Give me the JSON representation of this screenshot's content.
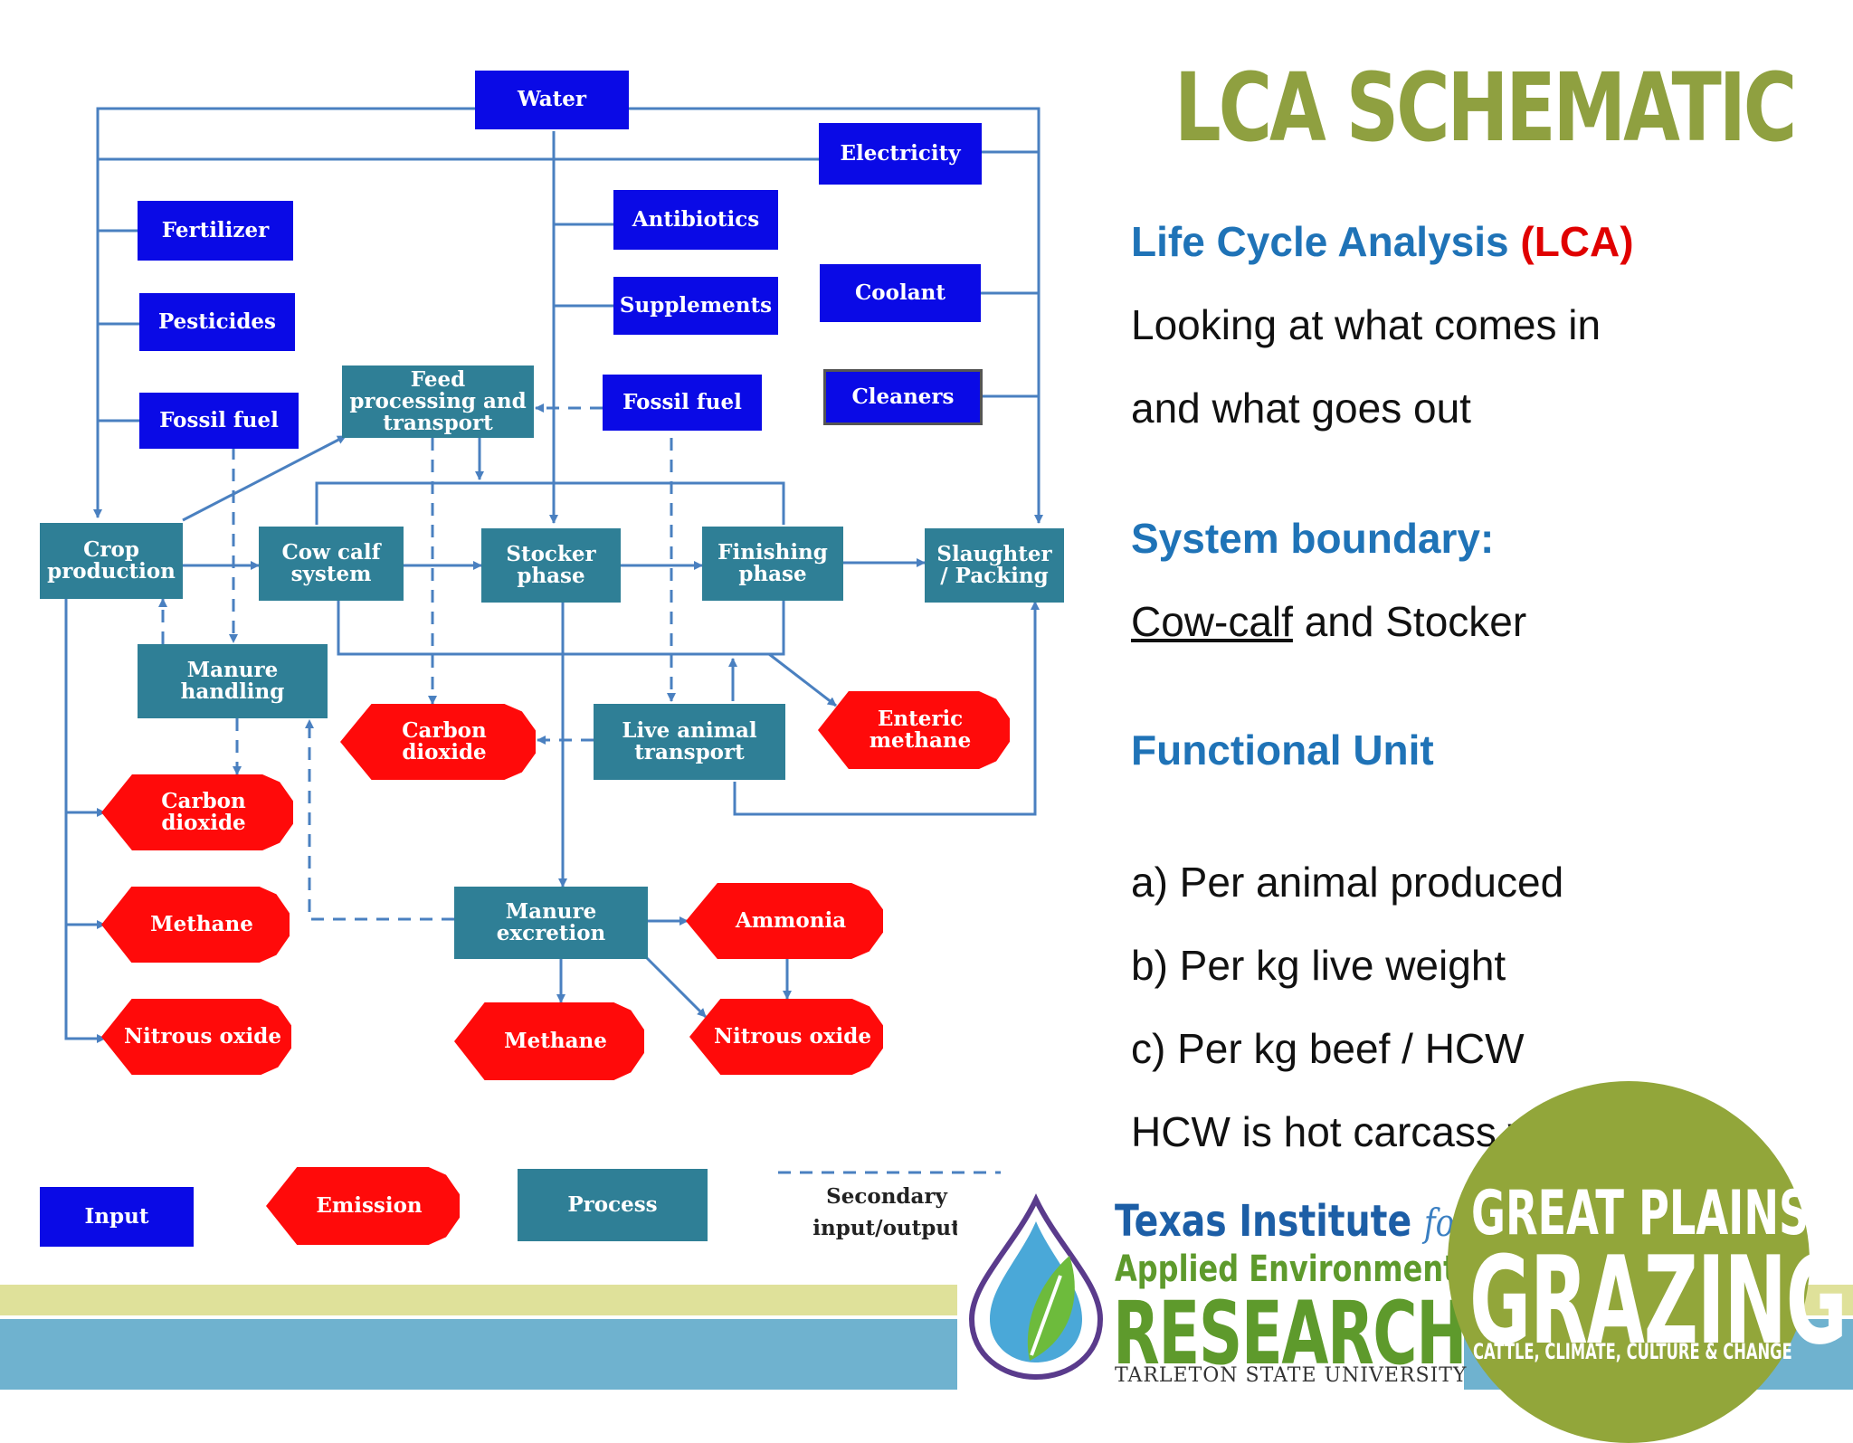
{
  "title": "LCA SCHEMATIC",
  "text": {
    "heading1_blue": "Life Cycle Analysis",
    "heading1_red": "(LCA)",
    "line1": "Looking at what comes in",
    "line2": "and what goes out",
    "heading2": "System boundary:",
    "boundary_underlined": "Cow-calf",
    "boundary_rest": " and Stocker",
    "heading3": "Functional Unit",
    "unit_a": "a) Per animal produced",
    "unit_b": "b) Per kg live weight",
    "unit_c": "c) Per kg beef / HCW",
    "hcw_note": "HCW is hot carcass wt."
  },
  "diagram": {
    "inputs": {
      "water": "Water",
      "electricity": "Electricity",
      "fertilizer": "Fertilizer",
      "antibiotics": "Antibiotics",
      "pesticides": "Pesticides",
      "supplements": "Supplements",
      "coolant": "Coolant",
      "fossil_fuel_left": "Fossil fuel",
      "fossil_fuel_center": "Fossil fuel",
      "cleaners": "Cleaners"
    },
    "processes": {
      "feed": "Feed processing and transport",
      "crop": "Crop production",
      "cowcalf": "Cow calf system",
      "stocker": "Stocker phase",
      "finishing": "Finishing phase",
      "slaughter": "Slaughter / Packing",
      "manure_handling": "Manure handling",
      "live_transport": "Live animal transport",
      "manure_excretion": "Manure excretion"
    },
    "emissions": {
      "co2_center": "Carbon dioxide",
      "enteric": "Enteric methane",
      "co2_left": "Carbon dioxide",
      "methane_left": "Methane",
      "ammonia": "Ammonia",
      "nitrous_left": "Nitrous oxide",
      "methane_bottom": "Methane",
      "nitrous_right": "Nitrous oxide"
    },
    "legend": {
      "input": "Input",
      "emission": "Emission",
      "process": "Process",
      "secondary_line1": "Secondary",
      "secondary_line2": "input/output"
    }
  },
  "logos": {
    "tiaer_line1": "Texas Institute",
    "tiaer_for": "for",
    "tiaer_line2": "Applied Environmental",
    "tiaer_line3": "RESEARCH",
    "tiaer_line4": "TARLETON STATE UNIVERSITY",
    "gpg_line1": "GREAT PLAINS",
    "gpg_line2": "GRAZING",
    "gpg_line3": "CATTLE, CLIMATE, CULTURE & CHANGE"
  },
  "colors": {
    "input": "#0a0ae6",
    "process": "#2f7f96",
    "emission": "#ff0a0a",
    "connector": "#4a80c0",
    "title": "#8fa040",
    "heading": "#1f73b7"
  }
}
